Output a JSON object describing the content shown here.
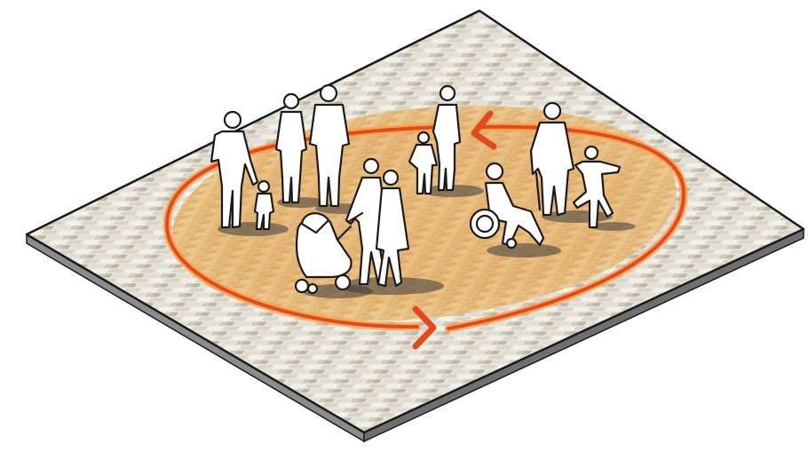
{
  "scene": {
    "kind": "isometric-plaza-illustration",
    "colors": {
      "paving_light": "#e9e6dd",
      "paving_mid": "#d9d4c7",
      "paving_dark": "#bdb6a5",
      "plaza_fill": "#e4b46f",
      "plaza_fill_edge": "#f0cf98",
      "loop_arrow": "#e24a1c",
      "loop_arrow_glow": "#f7a04a",
      "edge_dark": "#1a1a1a",
      "edge_side": "#8c8c8c",
      "figure_fill": "#ffffff",
      "figure_outline": "#1a1a1a"
    },
    "figures": [
      {
        "icon": "adult-holding-child-hand-icon"
      },
      {
        "icon": "standing-adult-icon"
      },
      {
        "icon": "standing-adult-icon"
      },
      {
        "icon": "adult-with-child-icon"
      },
      {
        "icon": "couple-walking-with-stroller-icon"
      },
      {
        "icon": "elderly-with-cane-icon"
      },
      {
        "icon": "wheelchair-user-icon"
      },
      {
        "icon": "jumping-child-icon"
      }
    ],
    "arrows": [
      {
        "icon": "arrow-left-icon",
        "direction": "counter-clockwise-top"
      },
      {
        "icon": "arrow-right-icon",
        "direction": "counter-clockwise-bottom"
      }
    ]
  }
}
